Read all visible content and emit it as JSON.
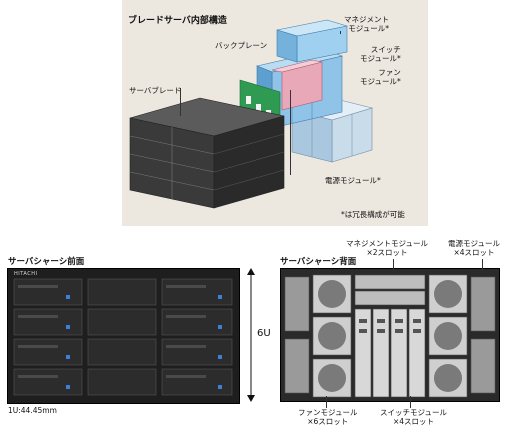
{
  "internal": {
    "title": "ブレードサーバ内部構造",
    "labels": {
      "management": "マネジメント\nモジュール*",
      "switch": "スイッチ\nモジュール*",
      "fan": "ファン\nモジュール*",
      "backplane": "バックプレーン",
      "server_blade": "サーバブレード",
      "power": "電源モジュール*"
    },
    "note": "*は冗長構成が可能"
  },
  "front": {
    "title": "サーバシャーシ前面",
    "height_label": "6U",
    "unit_note": "1U:44.45mm",
    "logo": "HITACHI"
  },
  "rear": {
    "title": "サーバシャーシ背面",
    "management_label": "マネジメントモジュール\n×2スロット",
    "power_label": "電源モジュール\n×4スロット",
    "fan_label": "ファンモジュール\n×6スロット",
    "switch_label": "スイッチモジュール\n×4スロット"
  },
  "colors": {
    "panel_bg": "#ece7df",
    "blade_dark": "#3a3a3a",
    "backplane_green": "#2f9b52",
    "module_blue": "#8fc4e8",
    "module_pink": "#e9a8b8",
    "chassis_black": "#1e1e1e"
  }
}
